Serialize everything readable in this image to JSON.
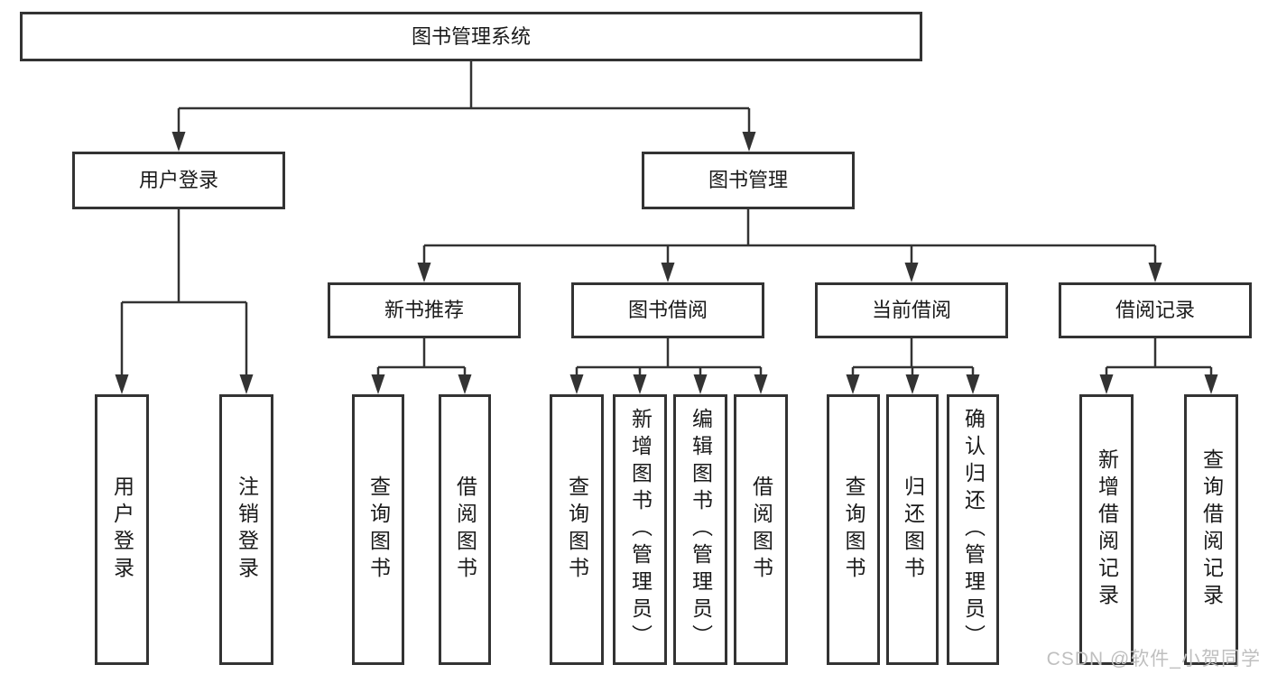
{
  "tree": {
    "label": "图书管理系统",
    "children": [
      {
        "label": "用户登录",
        "children": [
          {
            "label": "用户登录"
          },
          {
            "label": "注销登录"
          }
        ]
      },
      {
        "label": "图书管理",
        "children": [
          {
            "label": "新书推荐",
            "children": [
              {
                "label": "查询图书"
              },
              {
                "label": "借阅图书"
              }
            ]
          },
          {
            "label": "图书借阅",
            "children": [
              {
                "label": "查询图书"
              },
              {
                "label": "新增图书（管理员）"
              },
              {
                "label": "编辑图书（管理员）"
              },
              {
                "label": "借阅图书"
              }
            ]
          },
          {
            "label": "当前借阅",
            "children": [
              {
                "label": "查询图书"
              },
              {
                "label": "归还图书"
              },
              {
                "label": "确认归还（管理员）"
              }
            ]
          },
          {
            "label": "借阅记录",
            "children": [
              {
                "label": "新增借阅记录"
              },
              {
                "label": "查询借阅记录"
              }
            ]
          }
        ]
      }
    ]
  },
  "watermark": {
    "text": "CSDN @软件_小贺同学"
  },
  "colors": {
    "line": "#333333",
    "border": "#333333",
    "background": "#ffffff",
    "text": "#1a1a1a",
    "watermark": "#bfbfbf"
  }
}
